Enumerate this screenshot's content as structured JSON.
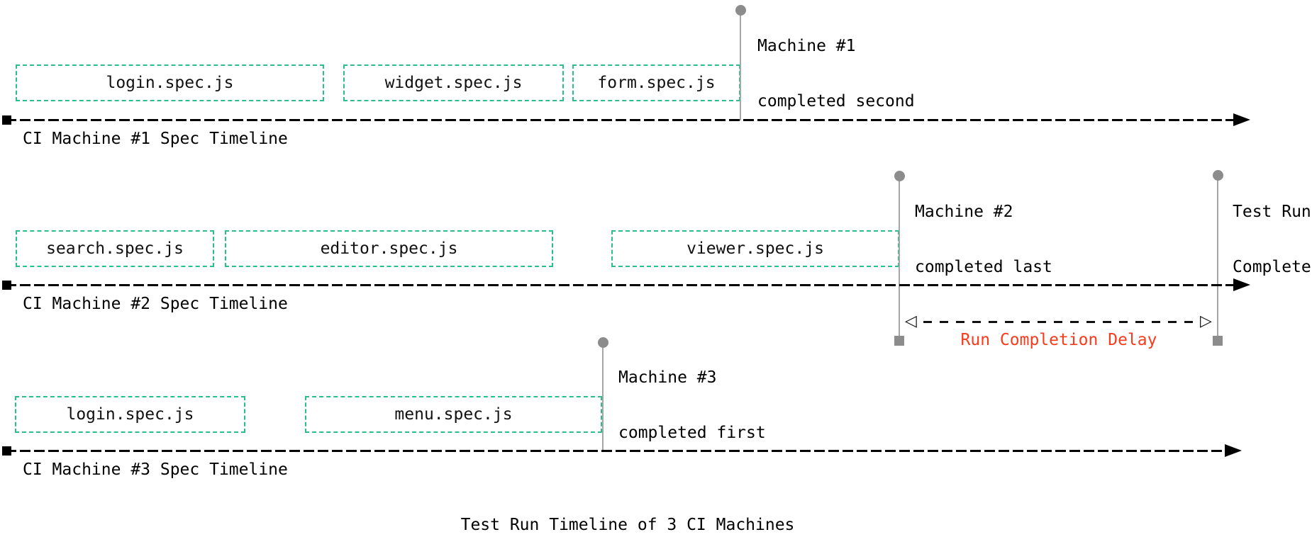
{
  "title": "Test Run Timeline of 3 CI Machines",
  "colors": {
    "spec_box_border": "#2abf8a",
    "axis": "#000000",
    "marker_gray": "#8c8c8c",
    "delay_text_red": "#f93b1d"
  },
  "lanes": [
    {
      "label": "CI Machine #1 Spec Timeline",
      "specs": [
        "login.spec.js",
        "widget.spec.js",
        "form.spec.js"
      ]
    },
    {
      "label": "CI Machine #2 Spec Timeline",
      "specs": [
        "search.spec.js",
        "editor.spec.js",
        "viewer.spec.js"
      ]
    },
    {
      "label": "CI Machine #3 Spec Timeline",
      "specs": [
        "login.spec.js",
        "menu.spec.js"
      ]
    }
  ],
  "annotations": {
    "machine1": {
      "line1": "Machine #1",
      "line2": "completed second"
    },
    "machine2": {
      "line1": "Machine #2",
      "line2": "completed last"
    },
    "machine3": {
      "line1": "Machine #3",
      "line2": "completed first"
    },
    "test_run": {
      "line1": "Test Run",
      "line2": "Complete"
    },
    "delay": {
      "label": "Run Completion Delay",
      "left_glyph": "◁",
      "right_glyph": "▷"
    }
  }
}
